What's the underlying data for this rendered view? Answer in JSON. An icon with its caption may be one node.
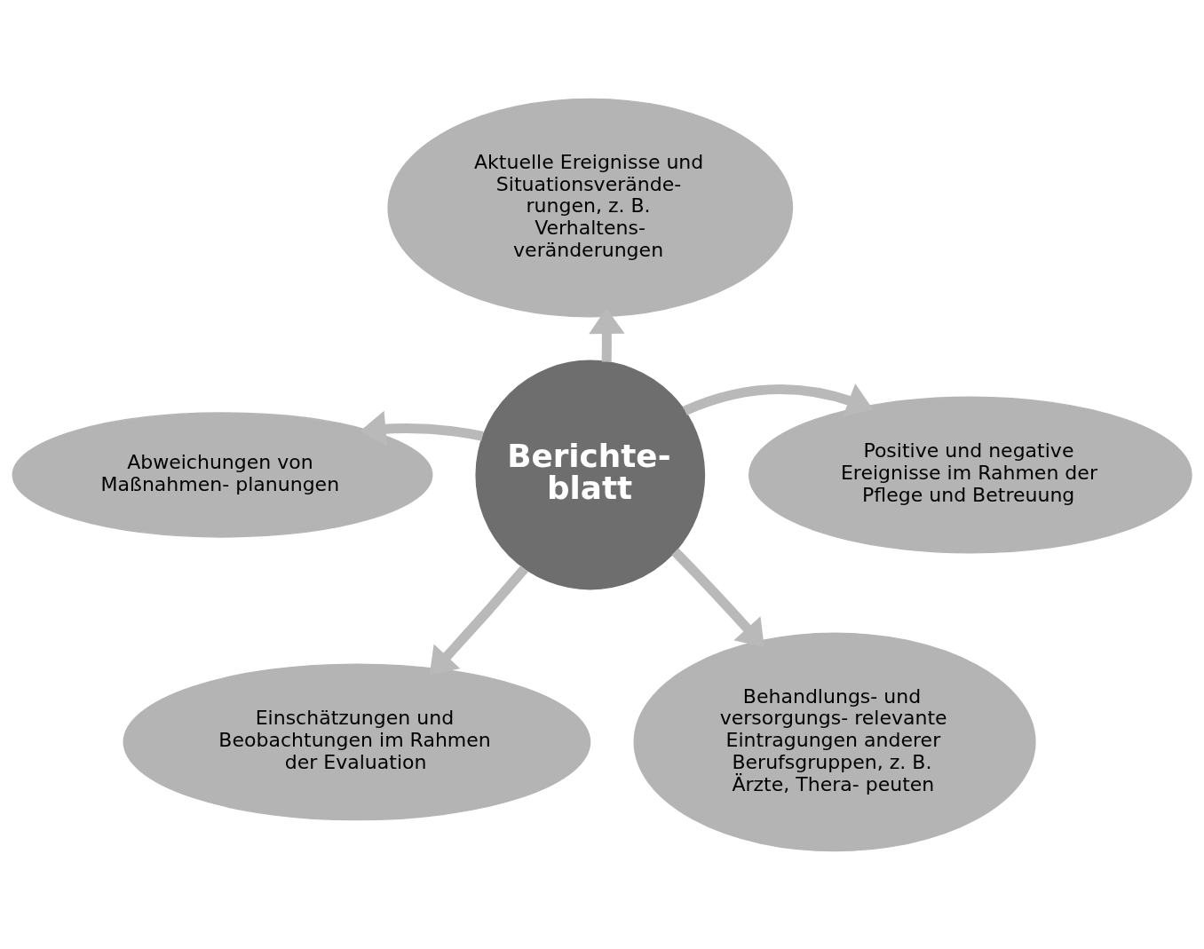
{
  "diagram": {
    "nodes": [
      {
        "text": [
          "Aktuelle Ereignisse und Situationsverände- rungen, z. B. Verhaltens- veränderungen"
        ]
      },
      {
        "text": [
          "Abweichungen von Maßnahmen- planungen"
        ]
      },
      {
        "text": [
          "Berichte- blatt"
        ]
      },
      {
        "text": [
          "Positive und negative Ereignisse im Rahmen der Pflege und Betreuung"
        ]
      },
      {
        "text": [
          "Einschätzungen und Beobachtungen im Rahmen der Evaluation"
        ]
      },
      {
        "text": [
          "Behandlungs- und versorgungs- relevante Eintragungen anderer Berufsgruppen, z. B. Ärzte, Thera- peuten"
        ]
      }
    ],
    "edges": [
      {
        "from": 2,
        "to": 0,
        "arrow": "to"
      },
      {
        "from": 2,
        "to": 3,
        "arrow": "to"
      },
      {
        "from": 2,
        "to": 5,
        "arrow": "to"
      },
      {
        "from": 2,
        "to": 4,
        "arrow": "to"
      },
      {
        "from": 2,
        "to": 1,
        "arrow": "to"
      }
    ]
  }
}
